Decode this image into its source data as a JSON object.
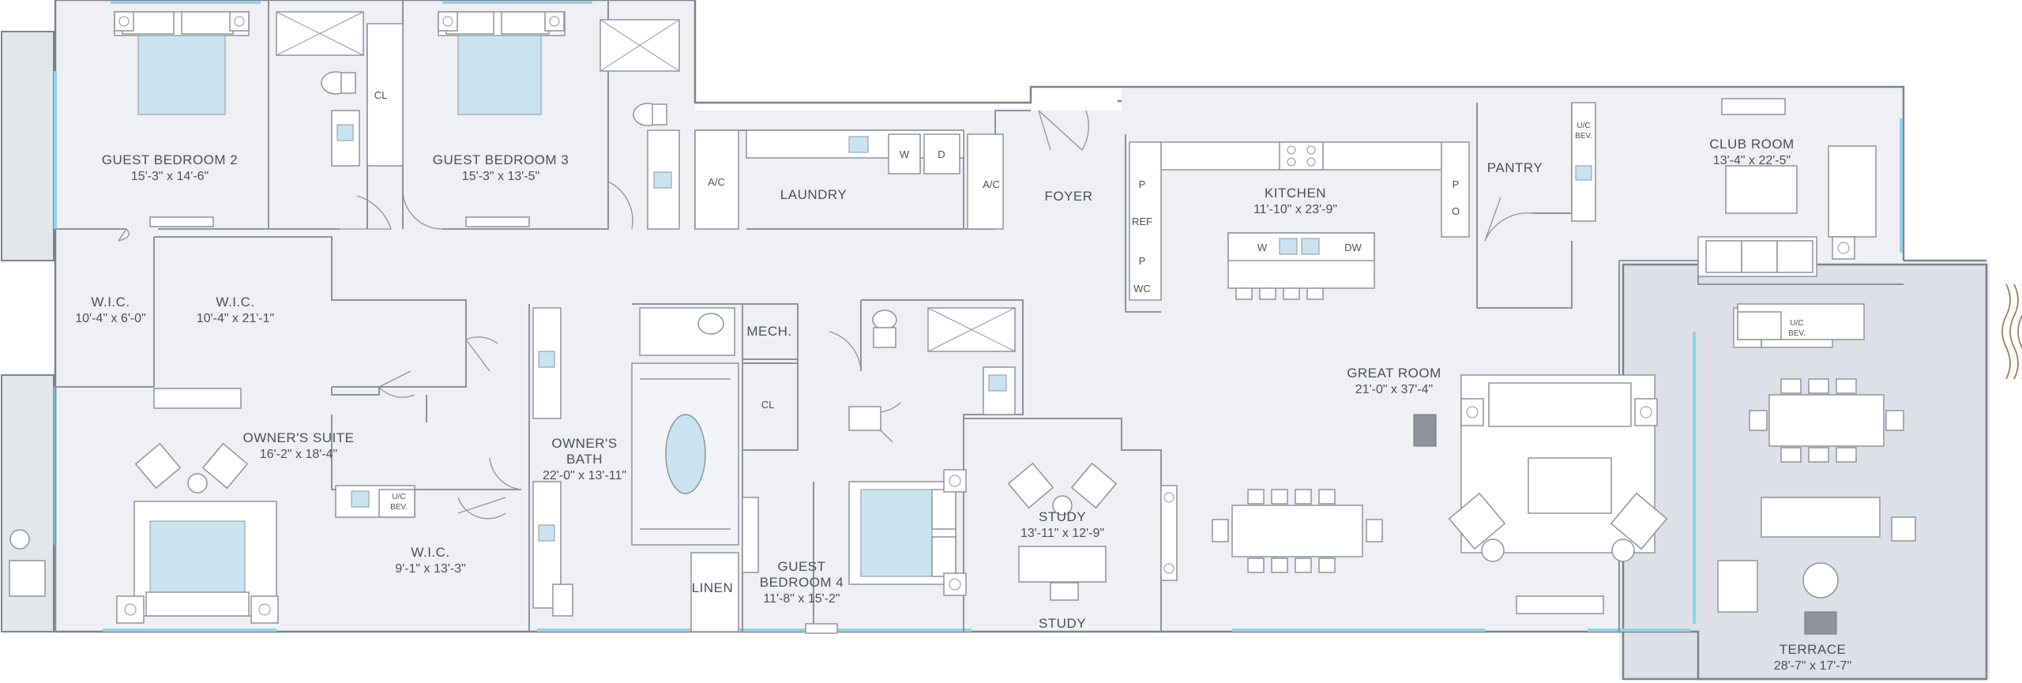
{
  "rooms": {
    "guest_bedroom_2": {
      "name": "GUEST BEDROOM 2",
      "dims": "15'-3\" x 14'-6\""
    },
    "guest_bedroom_3": {
      "name": "GUEST BEDROOM 3",
      "dims": "15'-3\" x 13'-5\""
    },
    "guest_bedroom_4": {
      "name1": "GUEST",
      "name2": "BEDROOM 4",
      "dims": "11'-8\" x 15'-2\""
    },
    "owners_suite": {
      "name": "OWNER'S SUITE",
      "dims": "16'-2\" x 18'-4\""
    },
    "owners_bath": {
      "name1": "OWNER'S",
      "name2": "BATH",
      "dims": "22'-0\" x 13'-11\""
    },
    "wic_small": {
      "name": "W.I.C.",
      "dims": "10'-4\" x 6'-0\""
    },
    "wic_large": {
      "name": "W.I.C.",
      "dims": "10'-4\" x 21'-1\""
    },
    "wic_owner": {
      "name": "W.I.C.",
      "dims": "9'-1\" x 13'-3\""
    },
    "laundry": {
      "name": "LAUNDRY"
    },
    "foyer": {
      "name": "FOYER"
    },
    "kitchen": {
      "name": "KITCHEN",
      "dims": "11'-10\" x 23'-9\""
    },
    "pantry": {
      "name": "PANTRY"
    },
    "club_room": {
      "name": "CLUB ROOM",
      "dims": "13'-4\" x 22'-5\""
    },
    "great_room": {
      "name": "GREAT ROOM",
      "dims": "21'-0\" x 37'-4\""
    },
    "study": {
      "name": "STUDY",
      "dims": "13'-11\" x 12'-9\""
    },
    "terrace": {
      "name": "TERRACE",
      "dims": "28'-7\" x 17'-7\""
    },
    "mech": {
      "name": "MECH."
    },
    "linen": {
      "name": "LINEN"
    }
  },
  "labels": {
    "cl": "CL",
    "ac": "A/C",
    "washer": "W",
    "dryer": "D",
    "pantry_p": "P",
    "pantry_o": "O",
    "ref": "REF",
    "wc": "WC",
    "dw": "DW",
    "uc": "U/C",
    "bev": "BEV."
  },
  "colors": {
    "floor": "#eef0f4",
    "wall": "#7d828b",
    "window": "#8ed3ee",
    "fixture_blue": "#c9e3f0",
    "terrace": "#dde0e6"
  }
}
